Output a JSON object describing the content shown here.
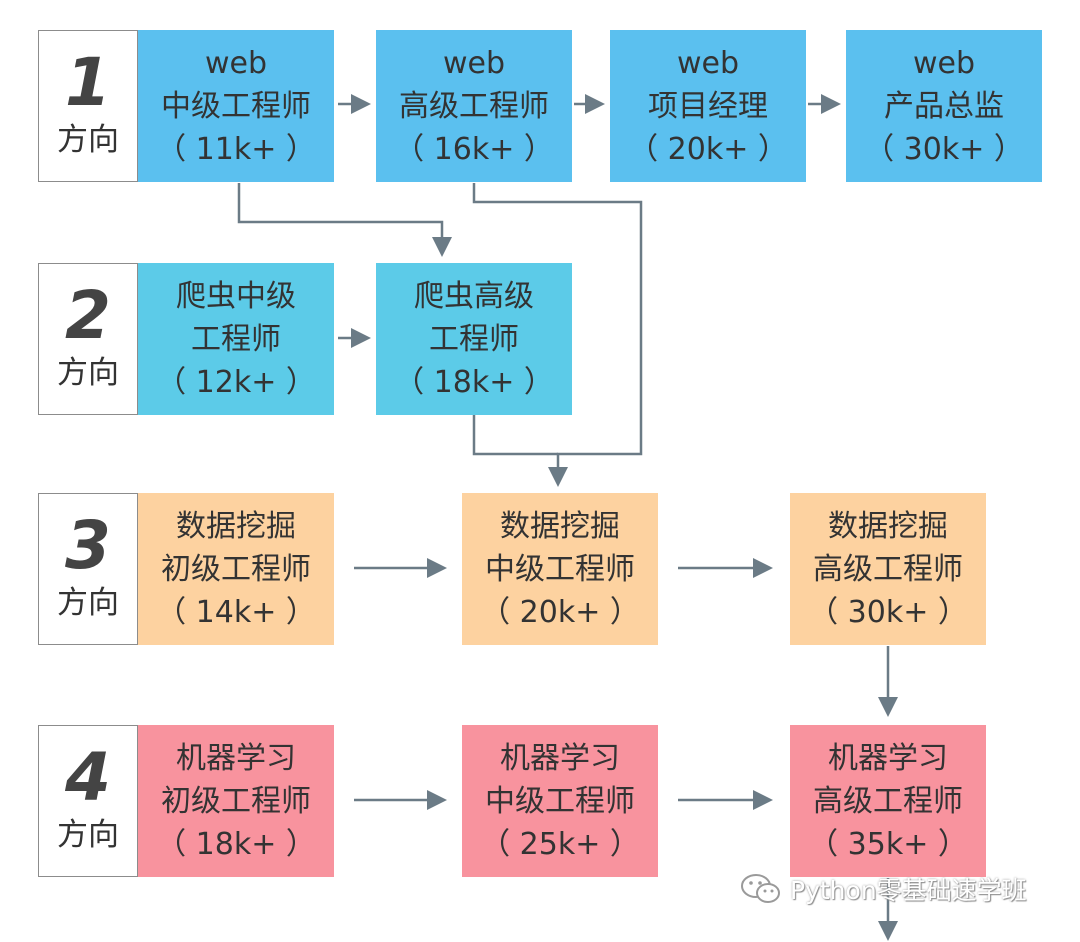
{
  "directions": [
    {
      "num": "1",
      "label": "方向"
    },
    {
      "num": "2",
      "label": "方向"
    },
    {
      "num": "3",
      "label": "方向"
    },
    {
      "num": "4",
      "label": "方向"
    }
  ],
  "rows": [
    {
      "nodes": [
        {
          "lines": [
            "web",
            "中级工程师",
            "（ 11k+ ）"
          ]
        },
        {
          "lines": [
            "web",
            "高级工程师",
            "（ 16k+ ）"
          ]
        },
        {
          "lines": [
            "web",
            "项目经理",
            "（ 20k+ ）"
          ]
        },
        {
          "lines": [
            "web",
            "产品总监",
            "（ 30k+ ）"
          ]
        }
      ]
    },
    {
      "nodes": [
        {
          "lines": [
            "爬虫中级",
            "工程师",
            "（ 12k+ ）"
          ]
        },
        {
          "lines": [
            "爬虫高级",
            "工程师",
            "（ 18k+ ）"
          ]
        }
      ]
    },
    {
      "nodes": [
        {
          "lines": [
            "数据挖掘",
            "初级工程师",
            "（ 14k+ ）"
          ]
        },
        {
          "lines": [
            "数据挖掘",
            "中级工程师",
            "（ 20k+ ）"
          ]
        },
        {
          "lines": [
            "数据挖掘",
            "高级工程师",
            "（ 30k+ ）"
          ]
        }
      ]
    },
    {
      "nodes": [
        {
          "lines": [
            "机器学习",
            "初级工程师",
            "（ 18k+ ）"
          ]
        },
        {
          "lines": [
            "机器学习",
            "中级工程师",
            "（ 25k+ ）"
          ]
        },
        {
          "lines": [
            "机器学习",
            "高级工程师",
            "（ 35k+ ）"
          ]
        }
      ]
    }
  ],
  "watermark": {
    "icon": "wechat-icon",
    "text": "Python零基础速学班"
  },
  "colors": {
    "blue": "#5bc0ef",
    "cyan": "#5ccbe8",
    "orange": "#fdd2a0",
    "pink": "#f8939e",
    "arrow": "#6b7b86"
  }
}
